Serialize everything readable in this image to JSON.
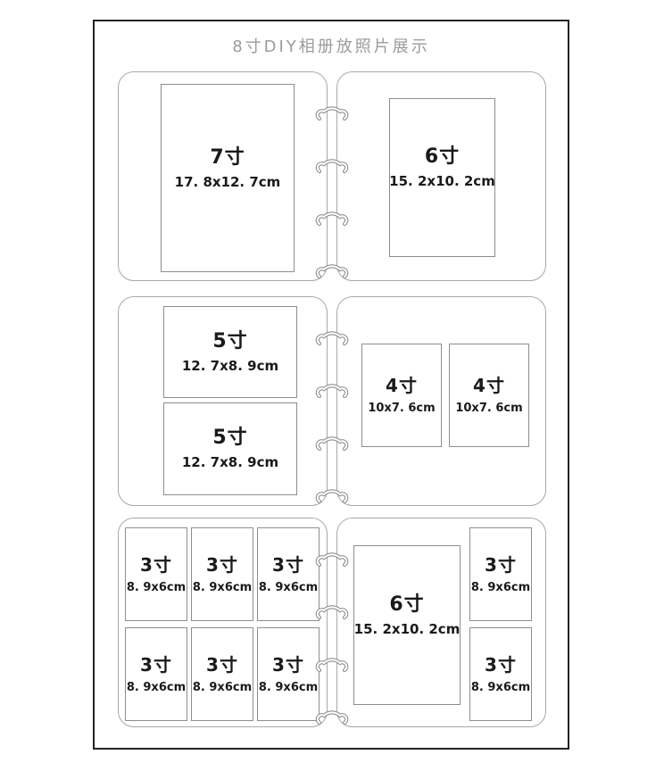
{
  "title": "8寸DIY相册放照片展示",
  "rings_per_spread": 4,
  "colors": {
    "frame_border": "#222222",
    "page_border": "#a8a8a8",
    "photo_border": "#8d8d8d",
    "ring": "#8f8f8f",
    "title_text": "#9b9b9b",
    "label_text": "#1a1a1a"
  },
  "spreads": [
    {
      "left_page": {
        "photos": [
          {
            "label": "7寸",
            "dims": "17. 8x12. 7cm"
          }
        ]
      },
      "right_page": {
        "photos": [
          {
            "label": "6寸",
            "dims": "15. 2x10. 2cm"
          }
        ]
      }
    },
    {
      "left_page": {
        "photos": [
          {
            "label": "5寸",
            "dims": "12. 7x8. 9cm"
          },
          {
            "label": "5寸",
            "dims": "12. 7x8. 9cm"
          }
        ]
      },
      "right_page": {
        "photos": [
          {
            "label": "4寸",
            "dims": "10x7. 6cm"
          },
          {
            "label": "4寸",
            "dims": "10x7. 6cm"
          }
        ]
      }
    },
    {
      "left_page": {
        "photos": [
          {
            "label": "3寸",
            "dims": "8. 9x6cm"
          },
          {
            "label": "3寸",
            "dims": "8. 9x6cm"
          },
          {
            "label": "3寸",
            "dims": "8. 9x6cm"
          },
          {
            "label": "3寸",
            "dims": "8. 9x6cm"
          },
          {
            "label": "3寸",
            "dims": "8. 9x6cm"
          },
          {
            "label": "3寸",
            "dims": "8. 9x6cm"
          }
        ]
      },
      "right_page": {
        "photos": [
          {
            "label": "6寸",
            "dims": "15. 2x10. 2cm"
          },
          {
            "label": "3寸",
            "dims": "8. 9x6cm"
          },
          {
            "label": "3寸",
            "dims": "8. 9x6cm"
          }
        ]
      }
    }
  ]
}
